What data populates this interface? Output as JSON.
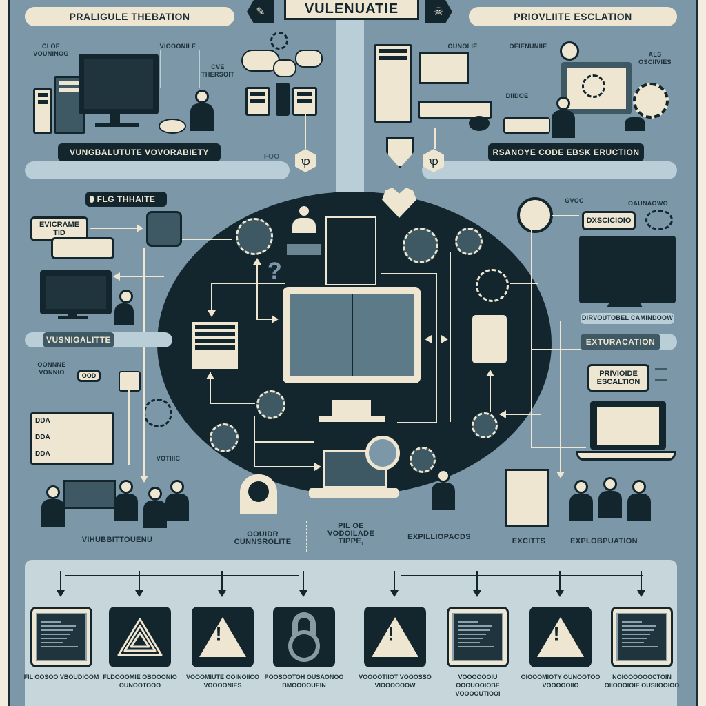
{
  "title": "VULENUATIE",
  "top_left": {
    "banner": "PRALIGULE THEBATION",
    "labels": [
      "CLOE VOUNINOG",
      "VIOOONILE",
      "CVE THERSOIT"
    ],
    "section_tag": "VUNGBALUTUTE VOVORABIETY",
    "side_tag": "FOO"
  },
  "top_right": {
    "banner": "PRIOVLIITE ESCLATION",
    "labels": [
      "OUNOLIE",
      "OEIENUNIIE",
      "DIIDOE",
      "ALS OSCIIVIES"
    ],
    "section_tag": "RSANOYE CODE EBSK ERUCTION"
  },
  "left_column": {
    "tag": "FLG THHAITE",
    "speech_1": "EVICRAME TID",
    "section_tag": "VUSNIGALITTE",
    "labels": [
      "OONNNE VONNIO",
      "OOD",
      "VOTIIIC"
    ],
    "server_rows": [
      "DDA",
      "DDA",
      "DDA"
    ],
    "bottom_label": "VIHUBBITTOUENU"
  },
  "right_column": {
    "labels": [
      "GVOC",
      "OAUNAOWO"
    ],
    "speech_1": "DXSCICIOIO",
    "monitor_caption": "DIRVOUTOBEL CAMINDOOW",
    "section_tag": "EXTURACATION",
    "speech_2": "PRIVIOIDE ESCALTION",
    "bottom_labels": [
      "EXCITTS",
      "EXPLOBPUATION"
    ]
  },
  "center": {
    "bottom_labels": [
      "OOUIDR CUNNSROLITE",
      "PIL OE VODOILADE TIPPE,",
      "EXPILLIOPACDS"
    ]
  },
  "bottom_steps": [
    {
      "icon": "code-screen-icon",
      "label": "FIL OOSOO VBOUDIOOM"
    },
    {
      "icon": "triangle-icon",
      "label": "FLDOOOMIE OBOOONIO OUNOOTOOO"
    },
    {
      "icon": "warning-icon",
      "label": "VOOOMIUTE OOINOIICO VOOOONIES",
      "mark": "!"
    },
    {
      "icon": "padlock-icon",
      "label": "POOSOOTOH OUSAONOO BMOOOOUEIN"
    },
    {
      "icon": "warning-icon",
      "label": "VOOOOTIIOT VOOOSSO VIOOOOOOW",
      "mark": "!"
    },
    {
      "icon": "code-screen-icon",
      "label": "VOOOOOOIU OOOUOOIOBE VOOOOUTIOOI"
    },
    {
      "icon": "warning-icon",
      "label": "OIOOOMIOTY OUNOOTOO VOOOOOIIO",
      "mark": "!"
    },
    {
      "icon": "code-screen-icon",
      "label": "NOIOOOOOOCTOIN OIIOOOIOIE OUSIIOOIOO"
    }
  ],
  "colors": {
    "background": "#7b97a8",
    "dark": "#13262d",
    "cream": "#efe6d2",
    "pale": "#b9ced6",
    "panel": "#c6d6da",
    "outer": "#f3ecdf"
  }
}
